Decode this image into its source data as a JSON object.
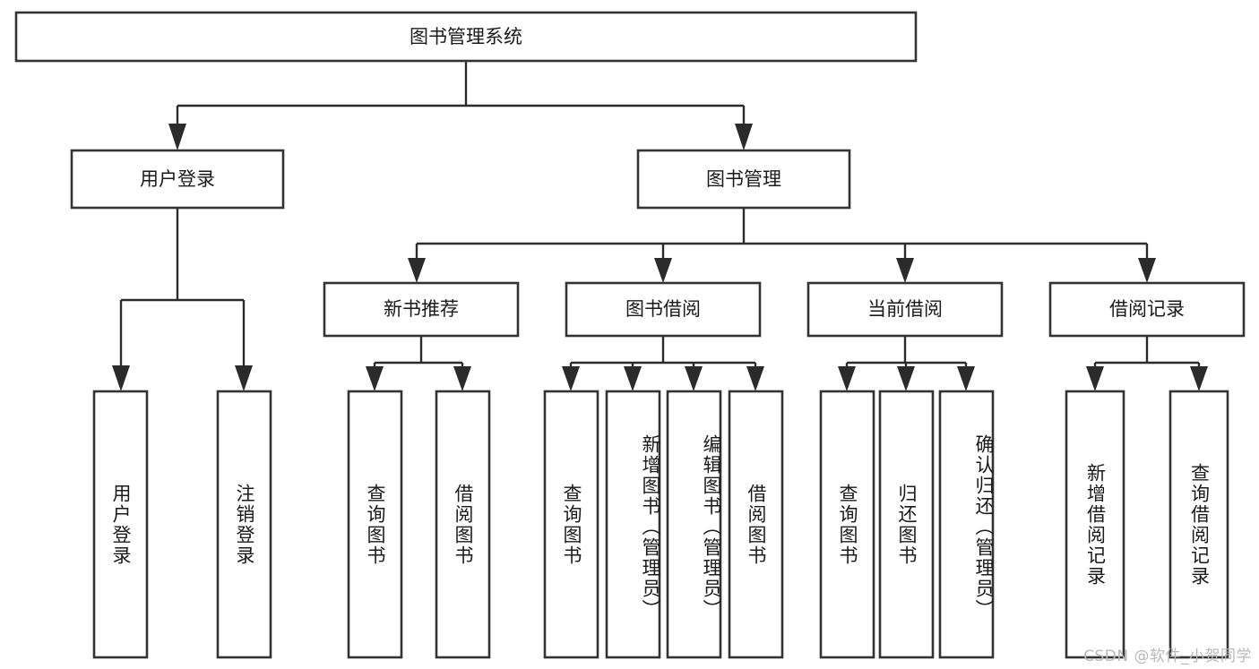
{
  "diagram": {
    "title": "图书管理系统",
    "type": "tree",
    "colors": {
      "box_stroke": "#333333",
      "box_fill": "#ffffff",
      "connector": "#2b2b2b",
      "text": "#1a1a1a",
      "background": "#ffffff",
      "watermark": "#b9b9b9"
    },
    "root": {
      "label": "图书管理系统"
    },
    "level2": [
      {
        "label": "用户登录"
      },
      {
        "label": "图书管理"
      }
    ],
    "level3": [
      {
        "label": "新书推荐"
      },
      {
        "label": "图书借阅"
      },
      {
        "label": "当前借阅"
      },
      {
        "label": "借阅记录"
      }
    ],
    "leaves": {
      "user_login": [
        {
          "label": "用户登录"
        },
        {
          "label": "注销登录"
        }
      ],
      "new_book_recommend": [
        {
          "label": "查询图书"
        },
        {
          "label": "借阅图书"
        }
      ],
      "book_borrow": [
        {
          "label": "查询图书"
        },
        {
          "label": "新增图书（管理员）"
        },
        {
          "label": "编辑图书（管理员）"
        },
        {
          "label": "借阅图书"
        }
      ],
      "current_borrow": [
        {
          "label": "查询图书"
        },
        {
          "label": "归还图书"
        },
        {
          "label": "确认归还（管理员）"
        }
      ],
      "borrow_record": [
        {
          "label": "新增借阅记录"
        },
        {
          "label": "查询借阅记录"
        }
      ]
    }
  },
  "watermark": {
    "text": "CSDN @软件_小贺同学"
  }
}
